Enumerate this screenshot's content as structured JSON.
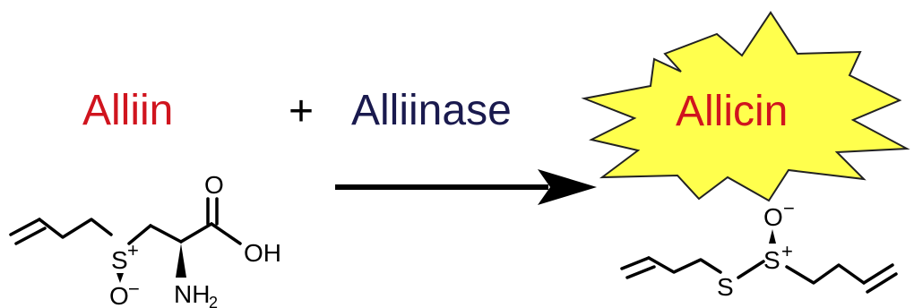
{
  "reaction": {
    "reactant_label": "Alliin",
    "plus_sign": "+",
    "enzyme_label": "Alliinase",
    "product_label": "Allicin"
  },
  "atoms": {
    "sulfur": "S",
    "oxygen": "O",
    "oxygen_h": "OH",
    "nitrogen_h": "NH",
    "subscript_2": "2",
    "charge_plus": "+",
    "charge_minus": "−"
  },
  "colors": {
    "reactant": "#d0141e",
    "enzyme": "#1a1a4e",
    "product": "#d0141e",
    "burst_fill": "#ffff4d",
    "burst_stroke": "#222222"
  },
  "icons": {
    "arrow": "reaction-arrow",
    "burst": "starburst-highlight"
  }
}
